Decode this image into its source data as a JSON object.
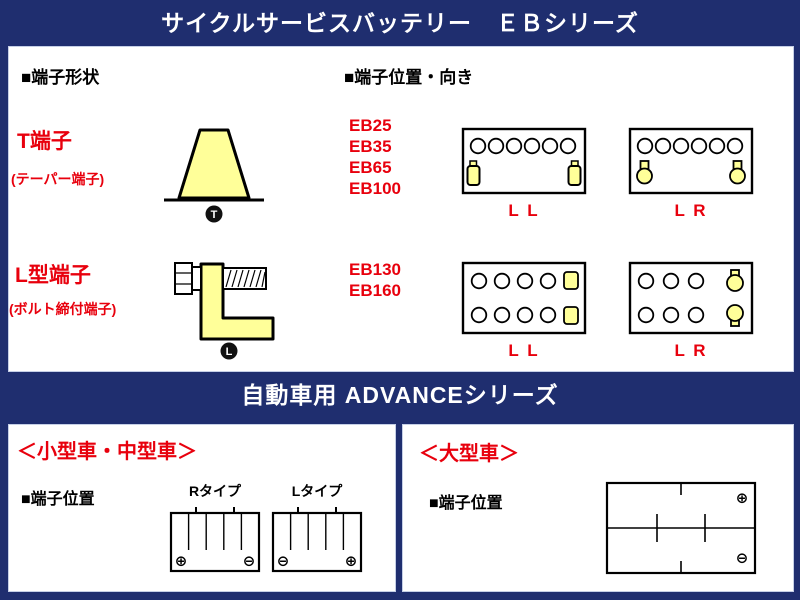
{
  "colors": {
    "navy": "#1f2e6f",
    "red": "#e8000d",
    "terminal_yellow": "#ffff99"
  },
  "header": {
    "title": "サイクルサービスバッテリー　ＥＢシリーズ"
  },
  "terminal_shape": {
    "heading": "■端子形状",
    "t_terminal": {
      "name": "T端子",
      "subtitle": "(テーパー端子)",
      "badge": "T"
    },
    "l_terminal": {
      "name": "L型端子",
      "subtitle": "(ボルト締付端子)",
      "badge": "L"
    }
  },
  "terminal_position": {
    "heading": "■端子位置・向き",
    "group1": {
      "models": [
        "EB25",
        "EB35",
        "EB65",
        "EB100"
      ],
      "diagram1_label": "L L",
      "diagram2_label": "L R"
    },
    "group2": {
      "models": [
        "EB130",
        "EB160"
      ],
      "diagram1_label": "L L",
      "diagram2_label": "L R"
    }
  },
  "advance_header": {
    "title": "自動車用 ADVANCEシリーズ"
  },
  "small_medium_car": {
    "title": "＜小型車・中型車＞",
    "heading": "■端子位置",
    "r_type": {
      "label": "Rタイプ",
      "bottom_left_sign": "⊕",
      "bottom_right_sign": "⊖"
    },
    "l_type": {
      "label": "Lタイプ",
      "bottom_left_sign": "⊖",
      "bottom_right_sign": "⊕"
    }
  },
  "large_car": {
    "title": "＜大型車＞",
    "heading": "■端子位置",
    "top_right_sign": "⊕",
    "bottom_right_sign": "⊖"
  }
}
